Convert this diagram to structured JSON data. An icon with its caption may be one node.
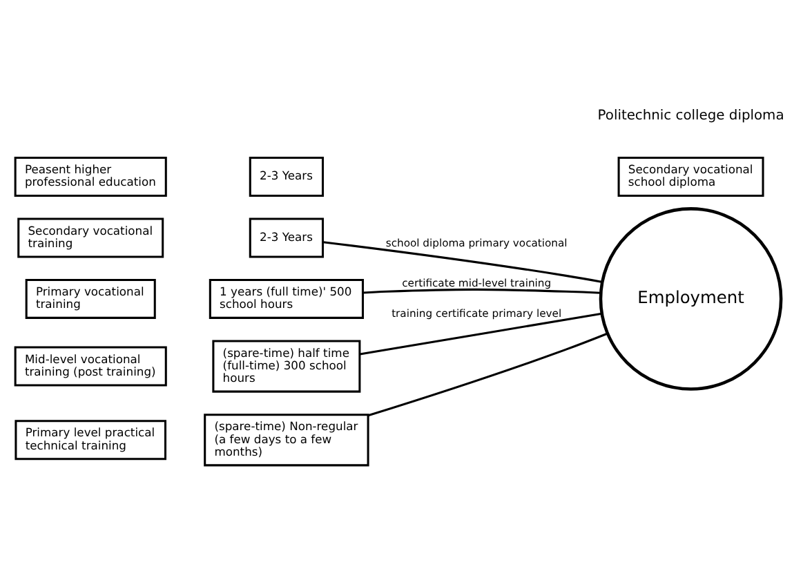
{
  "diagram": {
    "nodes": [
      {
        "text": [
          "Peasent higher professional education"
        ]
      },
      {
        "text": [
          "2-3 Years"
        ]
      },
      {
        "text": [
          "Secondary vocational school diploma"
        ]
      },
      {
        "text": [
          "Secondary vocational training"
        ]
      },
      {
        "text": [
          "2-3 Years"
        ]
      },
      {
        "text": [
          "Primary vocational training"
        ]
      },
      {
        "text": [
          "1 years (full time)' 500 school hours"
        ]
      },
      {
        "text": [
          "Mid-level vocational training (post training)"
        ]
      },
      {
        "text": [
          "(spare-time) half time (full-time) 300 school hours"
        ]
      },
      {
        "text": [
          "Primary level practical technical training"
        ]
      },
      {
        "text": [
          "(spare-time) Non-regular (a few days to a few months)"
        ]
      },
      {
        "text": [
          "Employment"
        ]
      }
    ],
    "edges": [
      {
        "from": 4,
        "to": 11,
        "arrow": "none",
        "label": "school diploma primary vocational"
      },
      {
        "from": 6,
        "to": 11,
        "arrow": "none",
        "label": "certificate mid-level training"
      },
      {
        "from": 8,
        "to": 11,
        "arrow": "none",
        "label": "training certificate primary level"
      },
      {
        "from": 10,
        "to": 11,
        "arrow": "none"
      }
    ],
    "labels": [
      "Politechnic college diploma"
    ]
  }
}
